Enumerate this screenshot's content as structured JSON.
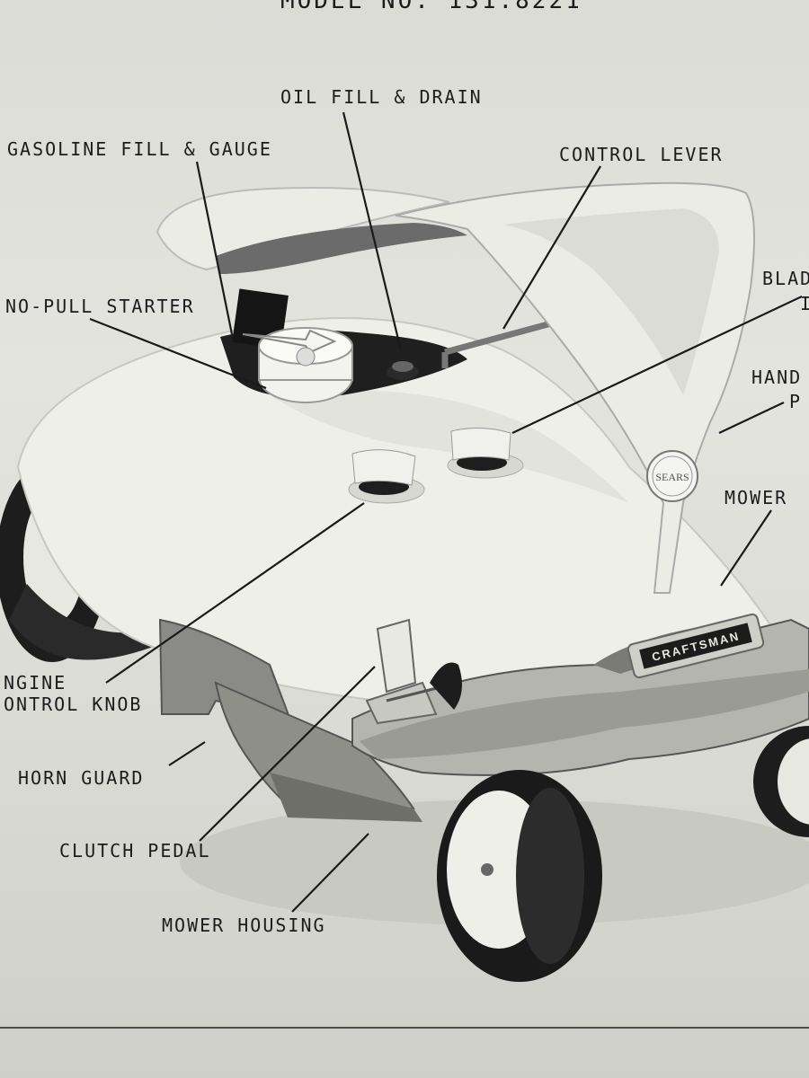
{
  "header": {
    "model_text": "MODEL NO. 131.8221"
  },
  "labels": {
    "oil_fill_drain": "OIL FILL & DRAIN",
    "gasoline_fill_gauge": "GASOLINE FILL & GAUGE",
    "control_lever": "CONTROL LEVER",
    "blade": "BLAD",
    "blade_2": "I",
    "no_pull_starter": "NO-PULL STARTER",
    "handle_1": "HAND",
    "handle_2": "P",
    "mower": "MOWER",
    "engine_control_1": "NGINE",
    "engine_control_2": "ONTROL KNOB",
    "horn_guard": "HORN GUARD",
    "clutch_pedal": "CLUTCH PEDAL",
    "mower_housing": "MOWER HOUSING"
  },
  "brand": {
    "emblem": "SEARS",
    "nameplate": "CRAFTSMAN"
  }
}
